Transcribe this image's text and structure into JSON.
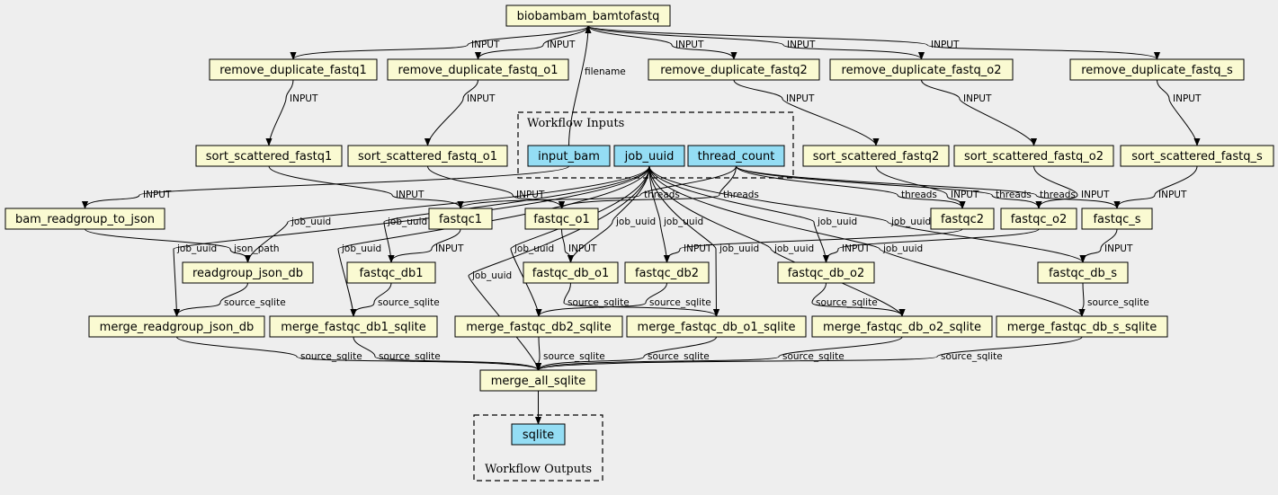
{
  "colors": {
    "background": "#eeeeee",
    "step_node": "#fafad2",
    "io_node": "#94ddf4",
    "edge": "#000000"
  },
  "clusters": [
    {
      "id": "inputs",
      "label": "Workflow Inputs"
    },
    {
      "id": "outputs",
      "label": "Workflow Outputs"
    }
  ],
  "nodes": [
    {
      "id": "biobambam_bamtofastq",
      "label": "biobambam_bamtofastq",
      "kind": "step"
    },
    {
      "id": "remove_duplicate_fastq1",
      "label": "remove_duplicate_fastq1",
      "kind": "step"
    },
    {
      "id": "remove_duplicate_fastq_o1",
      "label": "remove_duplicate_fastq_o1",
      "kind": "step"
    },
    {
      "id": "remove_duplicate_fastq2",
      "label": "remove_duplicate_fastq2",
      "kind": "step"
    },
    {
      "id": "remove_duplicate_fastq_o2",
      "label": "remove_duplicate_fastq_o2",
      "kind": "step"
    },
    {
      "id": "remove_duplicate_fastq_s",
      "label": "remove_duplicate_fastq_s",
      "kind": "step"
    },
    {
      "id": "sort_scattered_fastq1",
      "label": "sort_scattered_fastq1",
      "kind": "step"
    },
    {
      "id": "sort_scattered_fastq_o1",
      "label": "sort_scattered_fastq_o1",
      "kind": "step"
    },
    {
      "id": "input_bam",
      "label": "input_bam",
      "kind": "input"
    },
    {
      "id": "job_uuid",
      "label": "job_uuid",
      "kind": "input"
    },
    {
      "id": "thread_count",
      "label": "thread_count",
      "kind": "input"
    },
    {
      "id": "sort_scattered_fastq2",
      "label": "sort_scattered_fastq2",
      "kind": "step"
    },
    {
      "id": "sort_scattered_fastq_o2",
      "label": "sort_scattered_fastq_o2",
      "kind": "step"
    },
    {
      "id": "sort_scattered_fastq_s",
      "label": "sort_scattered_fastq_s",
      "kind": "step"
    },
    {
      "id": "bam_readgroup_to_json",
      "label": "bam_readgroup_to_json",
      "kind": "step"
    },
    {
      "id": "fastqc1",
      "label": "fastqc1",
      "kind": "step"
    },
    {
      "id": "fastqc_o1",
      "label": "fastqc_o1",
      "kind": "step"
    },
    {
      "id": "fastqc2",
      "label": "fastqc2",
      "kind": "step"
    },
    {
      "id": "fastqc_o2",
      "label": "fastqc_o2",
      "kind": "step"
    },
    {
      "id": "fastqc_s",
      "label": "fastqc_s",
      "kind": "step"
    },
    {
      "id": "readgroup_json_db",
      "label": "readgroup_json_db",
      "kind": "step"
    },
    {
      "id": "fastqc_db1",
      "label": "fastqc_db1",
      "kind": "step"
    },
    {
      "id": "fastqc_db_o1",
      "label": "fastqc_db_o1",
      "kind": "step"
    },
    {
      "id": "fastqc_db2",
      "label": "fastqc_db2",
      "kind": "step"
    },
    {
      "id": "fastqc_db_o2",
      "label": "fastqc_db_o2",
      "kind": "step"
    },
    {
      "id": "fastqc_db_s",
      "label": "fastqc_db_s",
      "kind": "step"
    },
    {
      "id": "merge_readgroup_json_db",
      "label": "merge_readgroup_json_db",
      "kind": "step"
    },
    {
      "id": "merge_fastqc_db1_sqlite",
      "label": "merge_fastqc_db1_sqlite",
      "kind": "step"
    },
    {
      "id": "merge_fastqc_db2_sqlite",
      "label": "merge_fastqc_db2_sqlite",
      "kind": "step"
    },
    {
      "id": "merge_fastqc_db_o1_sqlite",
      "label": "merge_fastqc_db_o1_sqlite",
      "kind": "step"
    },
    {
      "id": "merge_fastqc_db_o2_sqlite",
      "label": "merge_fastqc_db_o2_sqlite",
      "kind": "step"
    },
    {
      "id": "merge_fastqc_db_s_sqlite",
      "label": "merge_fastqc_db_s_sqlite",
      "kind": "step"
    },
    {
      "id": "merge_all_sqlite",
      "label": "merge_all_sqlite",
      "kind": "step"
    },
    {
      "id": "sqlite",
      "label": "sqlite",
      "kind": "output"
    }
  ],
  "edges": [
    {
      "from": "biobambam_bamtofastq",
      "to": "remove_duplicate_fastq1",
      "label": "INPUT"
    },
    {
      "from": "biobambam_bamtofastq",
      "to": "remove_duplicate_fastq_o1",
      "label": "INPUT"
    },
    {
      "from": "biobambam_bamtofastq",
      "to": "remove_duplicate_fastq2",
      "label": "INPUT"
    },
    {
      "from": "biobambam_bamtofastq",
      "to": "remove_duplicate_fastq_o2",
      "label": "INPUT"
    },
    {
      "from": "biobambam_bamtofastq",
      "to": "remove_duplicate_fastq_s",
      "label": "INPUT"
    },
    {
      "from": "input_bam",
      "to": "biobambam_bamtofastq",
      "label": "filename"
    },
    {
      "from": "remove_duplicate_fastq1",
      "to": "sort_scattered_fastq1",
      "label": "INPUT"
    },
    {
      "from": "remove_duplicate_fastq_o1",
      "to": "sort_scattered_fastq_o1",
      "label": "INPUT"
    },
    {
      "from": "remove_duplicate_fastq2",
      "to": "sort_scattered_fastq2",
      "label": "INPUT"
    },
    {
      "from": "remove_duplicate_fastq_o2",
      "to": "sort_scattered_fastq_o2",
      "label": "INPUT"
    },
    {
      "from": "remove_duplicate_fastq_s",
      "to": "sort_scattered_fastq_s",
      "label": "INPUT"
    },
    {
      "from": "input_bam",
      "to": "bam_readgroup_to_json",
      "label": "INPUT"
    },
    {
      "from": "sort_scattered_fastq1",
      "to": "fastqc1",
      "label": "INPUT"
    },
    {
      "from": "sort_scattered_fastq_o1",
      "to": "fastqc_o1",
      "label": "INPUT"
    },
    {
      "from": "sort_scattered_fastq2",
      "to": "fastqc2",
      "label": "INPUT"
    },
    {
      "from": "sort_scattered_fastq_o2",
      "to": "fastqc_o2",
      "label": "INPUT"
    },
    {
      "from": "sort_scattered_fastq_s",
      "to": "fastqc_s",
      "label": "INPUT"
    },
    {
      "from": "thread_count",
      "to": "fastqc1",
      "label": "threads"
    },
    {
      "from": "thread_count",
      "to": "fastqc_o1",
      "label": "threads"
    },
    {
      "from": "thread_count",
      "to": "fastqc2",
      "label": "threads"
    },
    {
      "from": "thread_count",
      "to": "fastqc_o2",
      "label": "threads"
    },
    {
      "from": "thread_count",
      "to": "fastqc_s",
      "label": "threads"
    },
    {
      "from": "job_uuid",
      "to": "readgroup_json_db",
      "label": "job_uuid"
    },
    {
      "from": "bam_readgroup_to_json",
      "to": "readgroup_json_db",
      "label": "json_path"
    },
    {
      "from": "fastqc1",
      "to": "fastqc_db1",
      "label": "INPUT"
    },
    {
      "from": "fastqc_o1",
      "to": "fastqc_db_o1",
      "label": "INPUT"
    },
    {
      "from": "fastqc2",
      "to": "fastqc_db2",
      "label": "INPUT"
    },
    {
      "from": "fastqc_o2",
      "to": "fastqc_db_o2",
      "label": "INPUT"
    },
    {
      "from": "fastqc_s",
      "to": "fastqc_db_s",
      "label": "INPUT"
    },
    {
      "from": "job_uuid",
      "to": "fastqc_db1",
      "label": "job_uuid"
    },
    {
      "from": "job_uuid",
      "to": "fastqc_db_o1",
      "label": "job_uuid"
    },
    {
      "from": "job_uuid",
      "to": "fastqc_db2",
      "label": "job_uuid"
    },
    {
      "from": "job_uuid",
      "to": "fastqc_db_o2",
      "label": "job_uuid"
    },
    {
      "from": "job_uuid",
      "to": "fastqc_db_s",
      "label": "job_uuid"
    },
    {
      "from": "readgroup_json_db",
      "to": "merge_readgroup_json_db",
      "label": "source_sqlite"
    },
    {
      "from": "fastqc_db1",
      "to": "merge_fastqc_db1_sqlite",
      "label": "source_sqlite"
    },
    {
      "from": "fastqc_db2",
      "to": "merge_fastqc_db2_sqlite",
      "label": "source_sqlite"
    },
    {
      "from": "fastqc_db_o1",
      "to": "merge_fastqc_db_o1_sqlite",
      "label": "source_sqlite"
    },
    {
      "from": "fastqc_db_o2",
      "to": "merge_fastqc_db_o2_sqlite",
      "label": "source_sqlite"
    },
    {
      "from": "fastqc_db_s",
      "to": "merge_fastqc_db_s_sqlite",
      "label": "source_sqlite"
    },
    {
      "from": "job_uuid",
      "to": "merge_readgroup_json_db",
      "label": "job_uuid"
    },
    {
      "from": "job_uuid",
      "to": "merge_fastqc_db1_sqlite",
      "label": "job_uuid"
    },
    {
      "from": "job_uuid",
      "to": "merge_fastqc_db2_sqlite",
      "label": "job_uuid"
    },
    {
      "from": "job_uuid",
      "to": "merge_fastqc_db_o1_sqlite",
      "label": "job_uuid"
    },
    {
      "from": "job_uuid",
      "to": "merge_fastqc_db_o2_sqlite",
      "label": "job_uuid"
    },
    {
      "from": "job_uuid",
      "to": "merge_fastqc_db_s_sqlite",
      "label": "job_uuid"
    },
    {
      "from": "job_uuid",
      "to": "merge_all_sqlite",
      "label": "job_uuid"
    },
    {
      "from": "merge_readgroup_json_db",
      "to": "merge_all_sqlite",
      "label": "source_sqlite"
    },
    {
      "from": "merge_fastqc_db1_sqlite",
      "to": "merge_all_sqlite",
      "label": "source_sqlite"
    },
    {
      "from": "merge_fastqc_db2_sqlite",
      "to": "merge_all_sqlite",
      "label": "source_sqlite"
    },
    {
      "from": "merge_fastqc_db_o1_sqlite",
      "to": "merge_all_sqlite",
      "label": "source_sqlite"
    },
    {
      "from": "merge_fastqc_db_o2_sqlite",
      "to": "merge_all_sqlite",
      "label": "source_sqlite"
    },
    {
      "from": "merge_fastqc_db_s_sqlite",
      "to": "merge_all_sqlite",
      "label": "source_sqlite"
    },
    {
      "from": "merge_all_sqlite",
      "to": "sqlite",
      "label": ""
    }
  ]
}
